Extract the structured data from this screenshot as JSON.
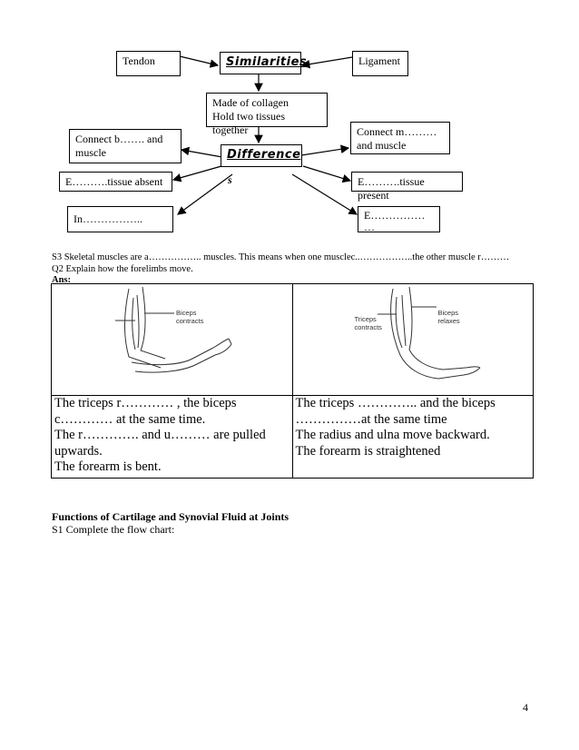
{
  "diagram": {
    "tendon": "Tendon",
    "similarities": "Similarities",
    "ligament": "Ligament",
    "similarity_lines": [
      "Made of collagen",
      "Hold two tissues together"
    ],
    "connect_b": [
      "Connect b……. and",
      "muscle"
    ],
    "connect_m": [
      "Connect m………",
      "and muscle"
    ],
    "differences_main": "Difference",
    "differences_tail": "s",
    "e_absent": "E……….tissue absent",
    "e_present": "E……….tissue present",
    "in_box": "In……………..",
    "e_box": [
      "E……………",
      "…"
    ]
  },
  "questions": {
    "s3": "S3 Skeletal muscles are a…………….. muscles.  This means when one musclec..……………..the other muscle r………",
    "q2": "Q2 Explain how the forelimbs move.",
    "ans": "Ans:"
  },
  "table": {
    "left_labels": {
      "biceps": "Biceps",
      "contracts": "contracts"
    },
    "right_labels": {
      "triceps": "Triceps",
      "contracts": "contracts",
      "biceps": "Biceps",
      "relaxes": "relaxes"
    },
    "left_text": [
      "The triceps r………… , the biceps",
      "c………… at the same time.",
      "The r…………. and u……… are pulled",
      "upwards.",
      "The forearm is bent."
    ],
    "right_text": [
      "The triceps ………….. and the biceps",
      "……………at the same time",
      "The radius and ulna move backward.",
      "The forearm is straightened"
    ]
  },
  "section": {
    "title": "Functions of Cartilage and Synovial Fluid at Joints",
    "s1": "S1 Complete the flow chart:"
  },
  "page_number": "4"
}
